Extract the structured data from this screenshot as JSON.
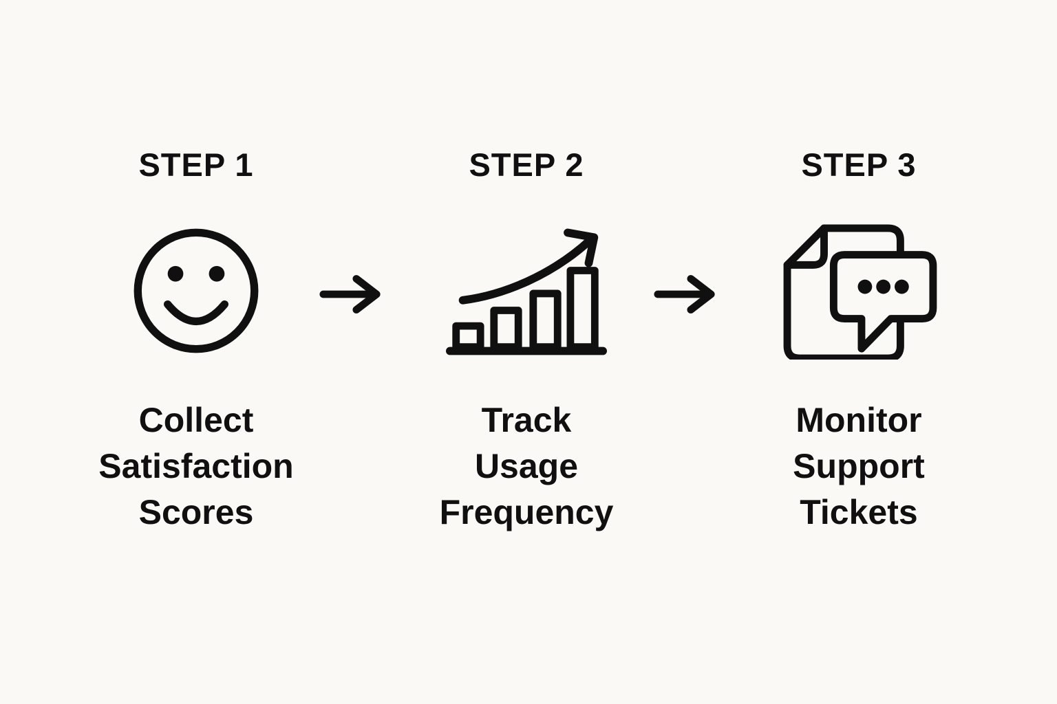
{
  "diagram": {
    "background_color": "#faf9f5",
    "line_color": "#101010",
    "steps": [
      {
        "label": "STEP 1",
        "icon": "smiley-face-icon",
        "caption_lines": [
          "Collect",
          "Satisfaction",
          "Scores"
        ]
      },
      {
        "label": "STEP 2",
        "icon": "growth-chart-icon",
        "caption_lines": [
          "Track",
          "Usage",
          "Frequency"
        ]
      },
      {
        "label": "STEP 3",
        "icon": "document-chat-icon",
        "caption_lines": [
          "Monitor",
          "Support",
          "Tickets"
        ]
      }
    ],
    "connectors": [
      {
        "icon": "arrow-right-icon"
      },
      {
        "icon": "arrow-right-icon"
      }
    ]
  }
}
